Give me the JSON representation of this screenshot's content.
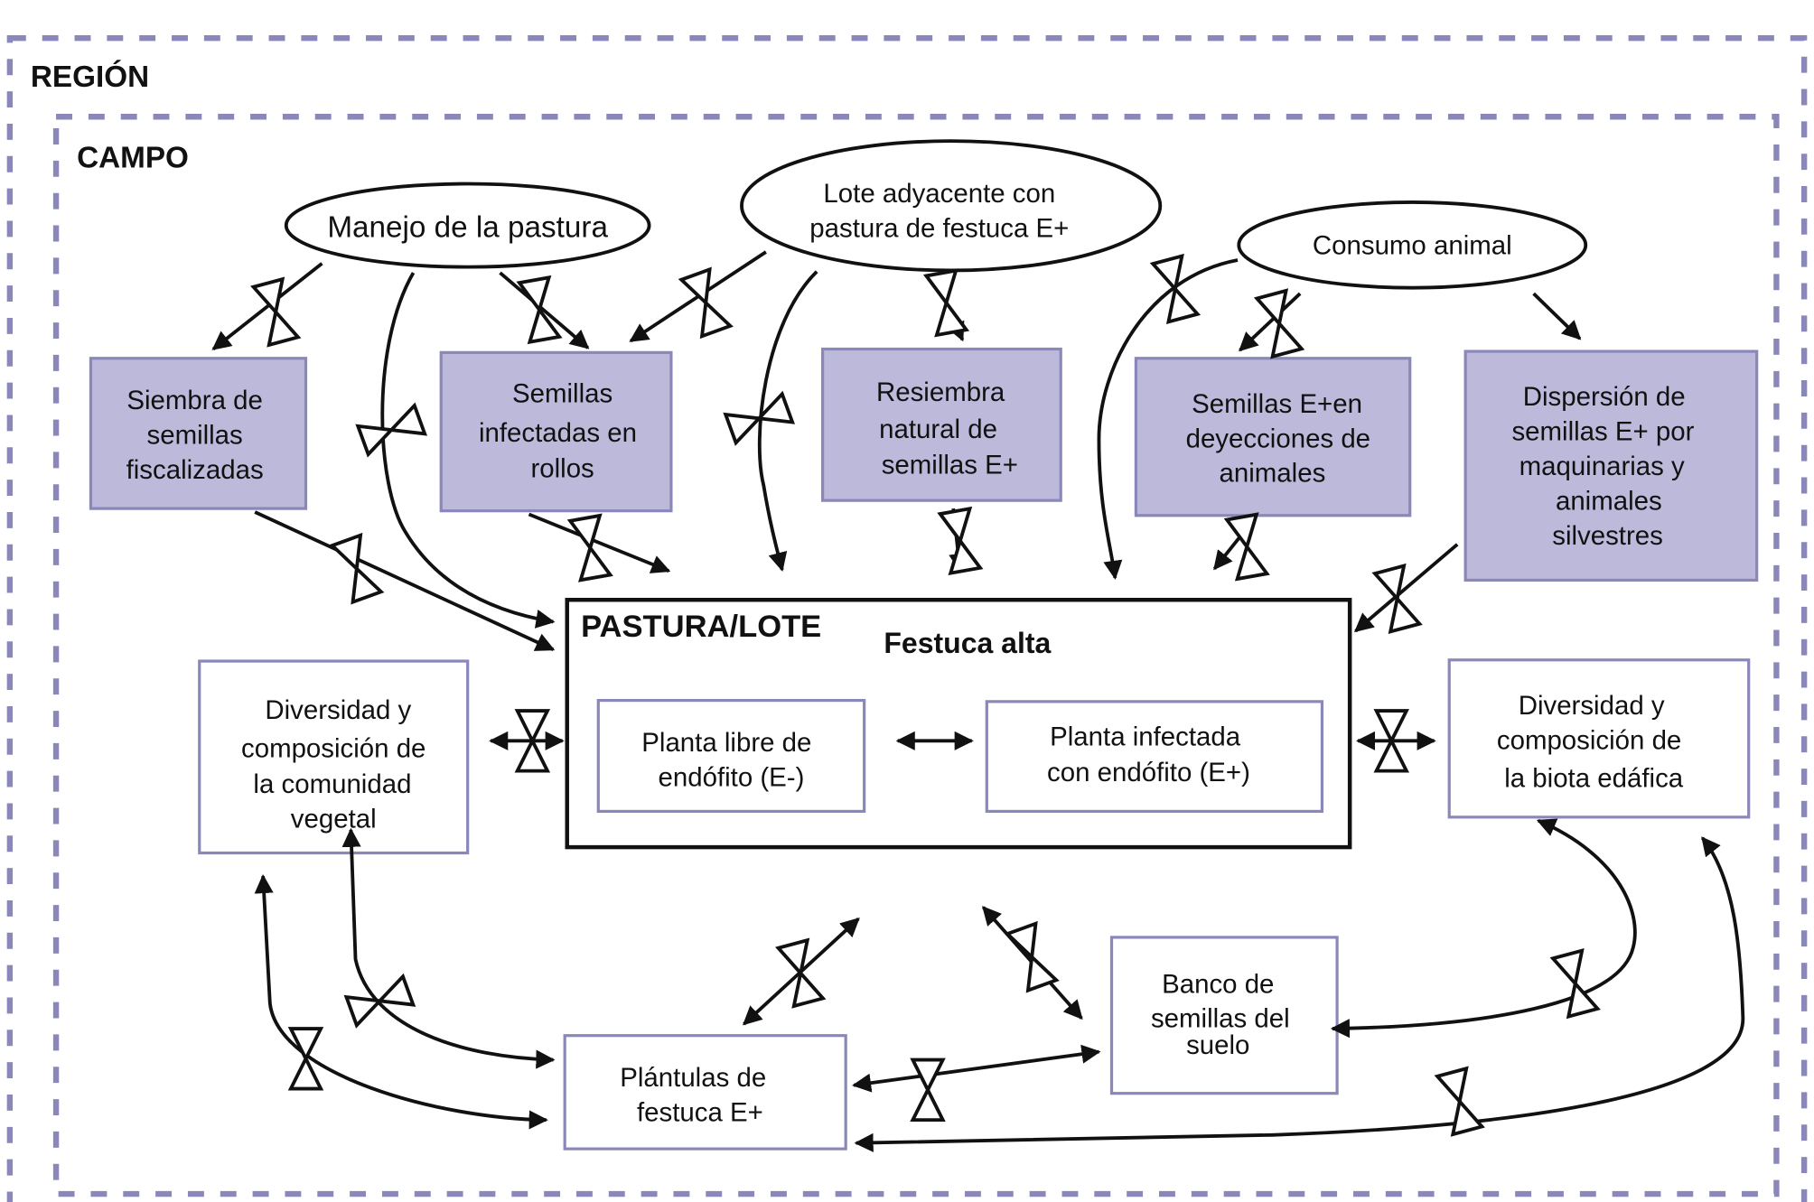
{
  "colors": {
    "region_border": "#8a87bb",
    "filled_box": "#bcb9db",
    "box_border": "#8a87bb",
    "line": "#111111"
  },
  "region": {
    "label": "REGIÓN"
  },
  "campo": {
    "label": "CAMPO"
  },
  "drivers": [
    {
      "id": "manejo",
      "lines": [
        "Manejo de la pastura"
      ]
    },
    {
      "id": "lote",
      "lines": [
        "Lote adyacente  con",
        "pastura de festuca E+"
      ]
    },
    {
      "id": "consumo",
      "lines": [
        "Consumo animal"
      ]
    }
  ],
  "seed_sources": [
    {
      "id": "siembra",
      "lines": [
        "Siembra de",
        "semillas",
        "fiscalizadas"
      ]
    },
    {
      "id": "rollos",
      "lines": [
        "Semillas",
        "infectadas en",
        "rollos"
      ]
    },
    {
      "id": "resiembra",
      "lines": [
        "Resiembra",
        "natural de",
        "semillas E+"
      ]
    },
    {
      "id": "deyecciones",
      "lines": [
        "Semillas E+en",
        "deyecciones de",
        "animales"
      ]
    },
    {
      "id": "dispersion",
      "lines": [
        "Dispersión de",
        "semillas E+ por",
        "maquinarias y",
        "animales",
        "silvestres"
      ]
    }
  ],
  "pastura": {
    "label": "PASTURA/LOTE",
    "subtitle": "Festuca alta",
    "plants": [
      {
        "id": "libre",
        "lines": [
          "Planta libre de",
          " endófito  (E-)"
        ]
      },
      {
        "id": "infectada",
        "lines": [
          "Planta infectada",
          "con endófito  (E+)"
        ]
      }
    ]
  },
  "side_nodes": [
    {
      "id": "veg",
      "lines": [
        "Diversidad y",
        "composición de",
        "la  comunidad",
        "vegetal"
      ]
    },
    {
      "id": "biota",
      "lines": [
        "Diversidad y",
        "composición de",
        "la biota edáfica"
      ]
    }
  ],
  "bottom_nodes": [
    {
      "id": "plantulas",
      "lines": [
        "Plántulas de",
        "festuca E+"
      ]
    },
    {
      "id": "banco",
      "lines": [
        "Banco de",
        "semillas del",
        "suelo"
      ]
    }
  ]
}
